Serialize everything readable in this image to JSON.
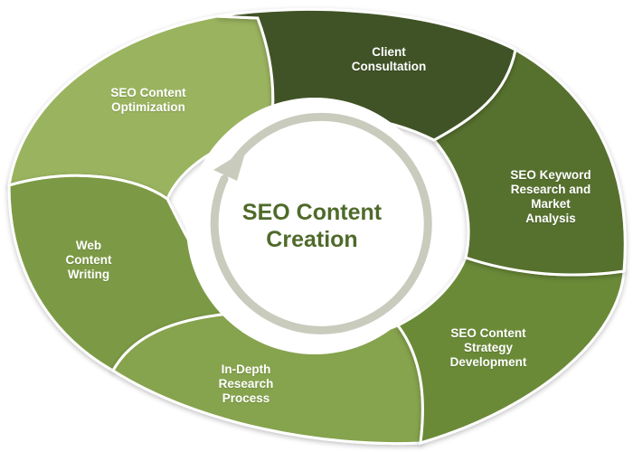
{
  "diagram": {
    "center_title": "SEO Content\nCreation",
    "segments": [
      {
        "label": "Client\nConsultation",
        "color": "#3f5225"
      },
      {
        "label": "SEO Keyword\nResearch and\nMarket\nAnalysis",
        "color": "#56702d"
      },
      {
        "label": "SEO Content\nStrategy\nDevelopment",
        "color": "#6a8a37"
      },
      {
        "label": "In-Depth\nResearch\nProcess",
        "color": "#86a34e"
      },
      {
        "label": "Web\nContent\nWriting",
        "color": "#7b9a45"
      },
      {
        "label": "SEO Content\nOptimization",
        "color": "#9ab35e"
      }
    ],
    "arrow_color": "#c9cbbd",
    "center_color": "#ffffff"
  }
}
